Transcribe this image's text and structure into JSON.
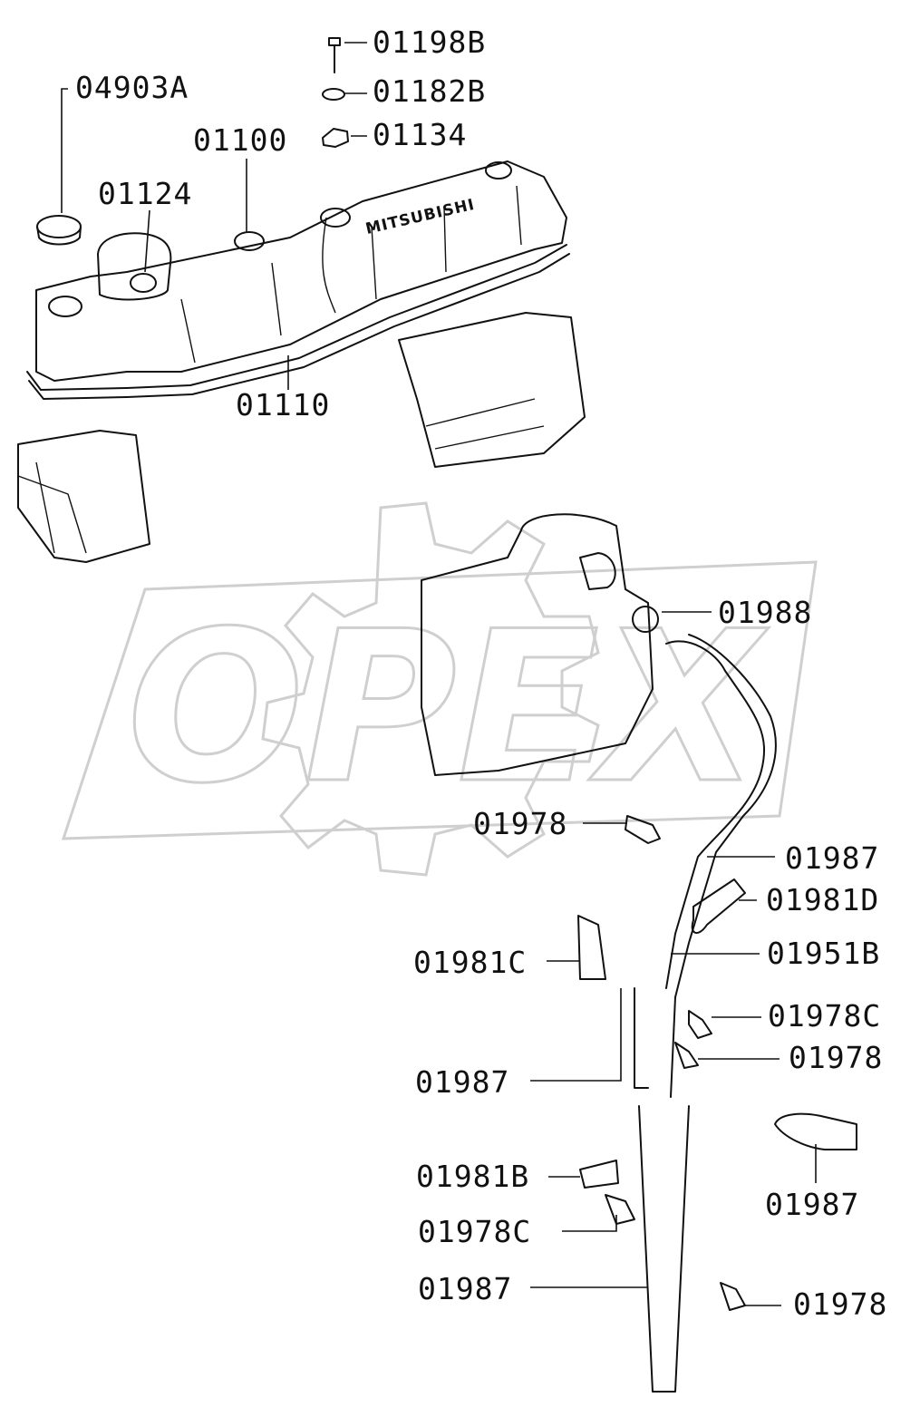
{
  "watermark": {
    "text": "OPEX"
  },
  "cover_emboss": "MITSUBISHI",
  "colors": {
    "line": "#111111",
    "watermark": "#cfcfcf",
    "background": "#ffffff"
  },
  "part_labels": [
    {
      "id": "01198B"
    },
    {
      "id": "01182B"
    },
    {
      "id": "04903A"
    },
    {
      "id": "01134"
    },
    {
      "id": "01100"
    },
    {
      "id": "01124"
    },
    {
      "id": "01110"
    },
    {
      "id": "01988"
    },
    {
      "id": "01978"
    },
    {
      "id": "01987"
    },
    {
      "id": "01981D"
    },
    {
      "id": "01951B"
    },
    {
      "id": "01981C"
    },
    {
      "id": "01978C"
    },
    {
      "id": "01978"
    },
    {
      "id": "01987"
    },
    {
      "id": "01987"
    },
    {
      "id": "01981B"
    },
    {
      "id": "01978C"
    },
    {
      "id": "01987"
    },
    {
      "id": "01978"
    }
  ]
}
